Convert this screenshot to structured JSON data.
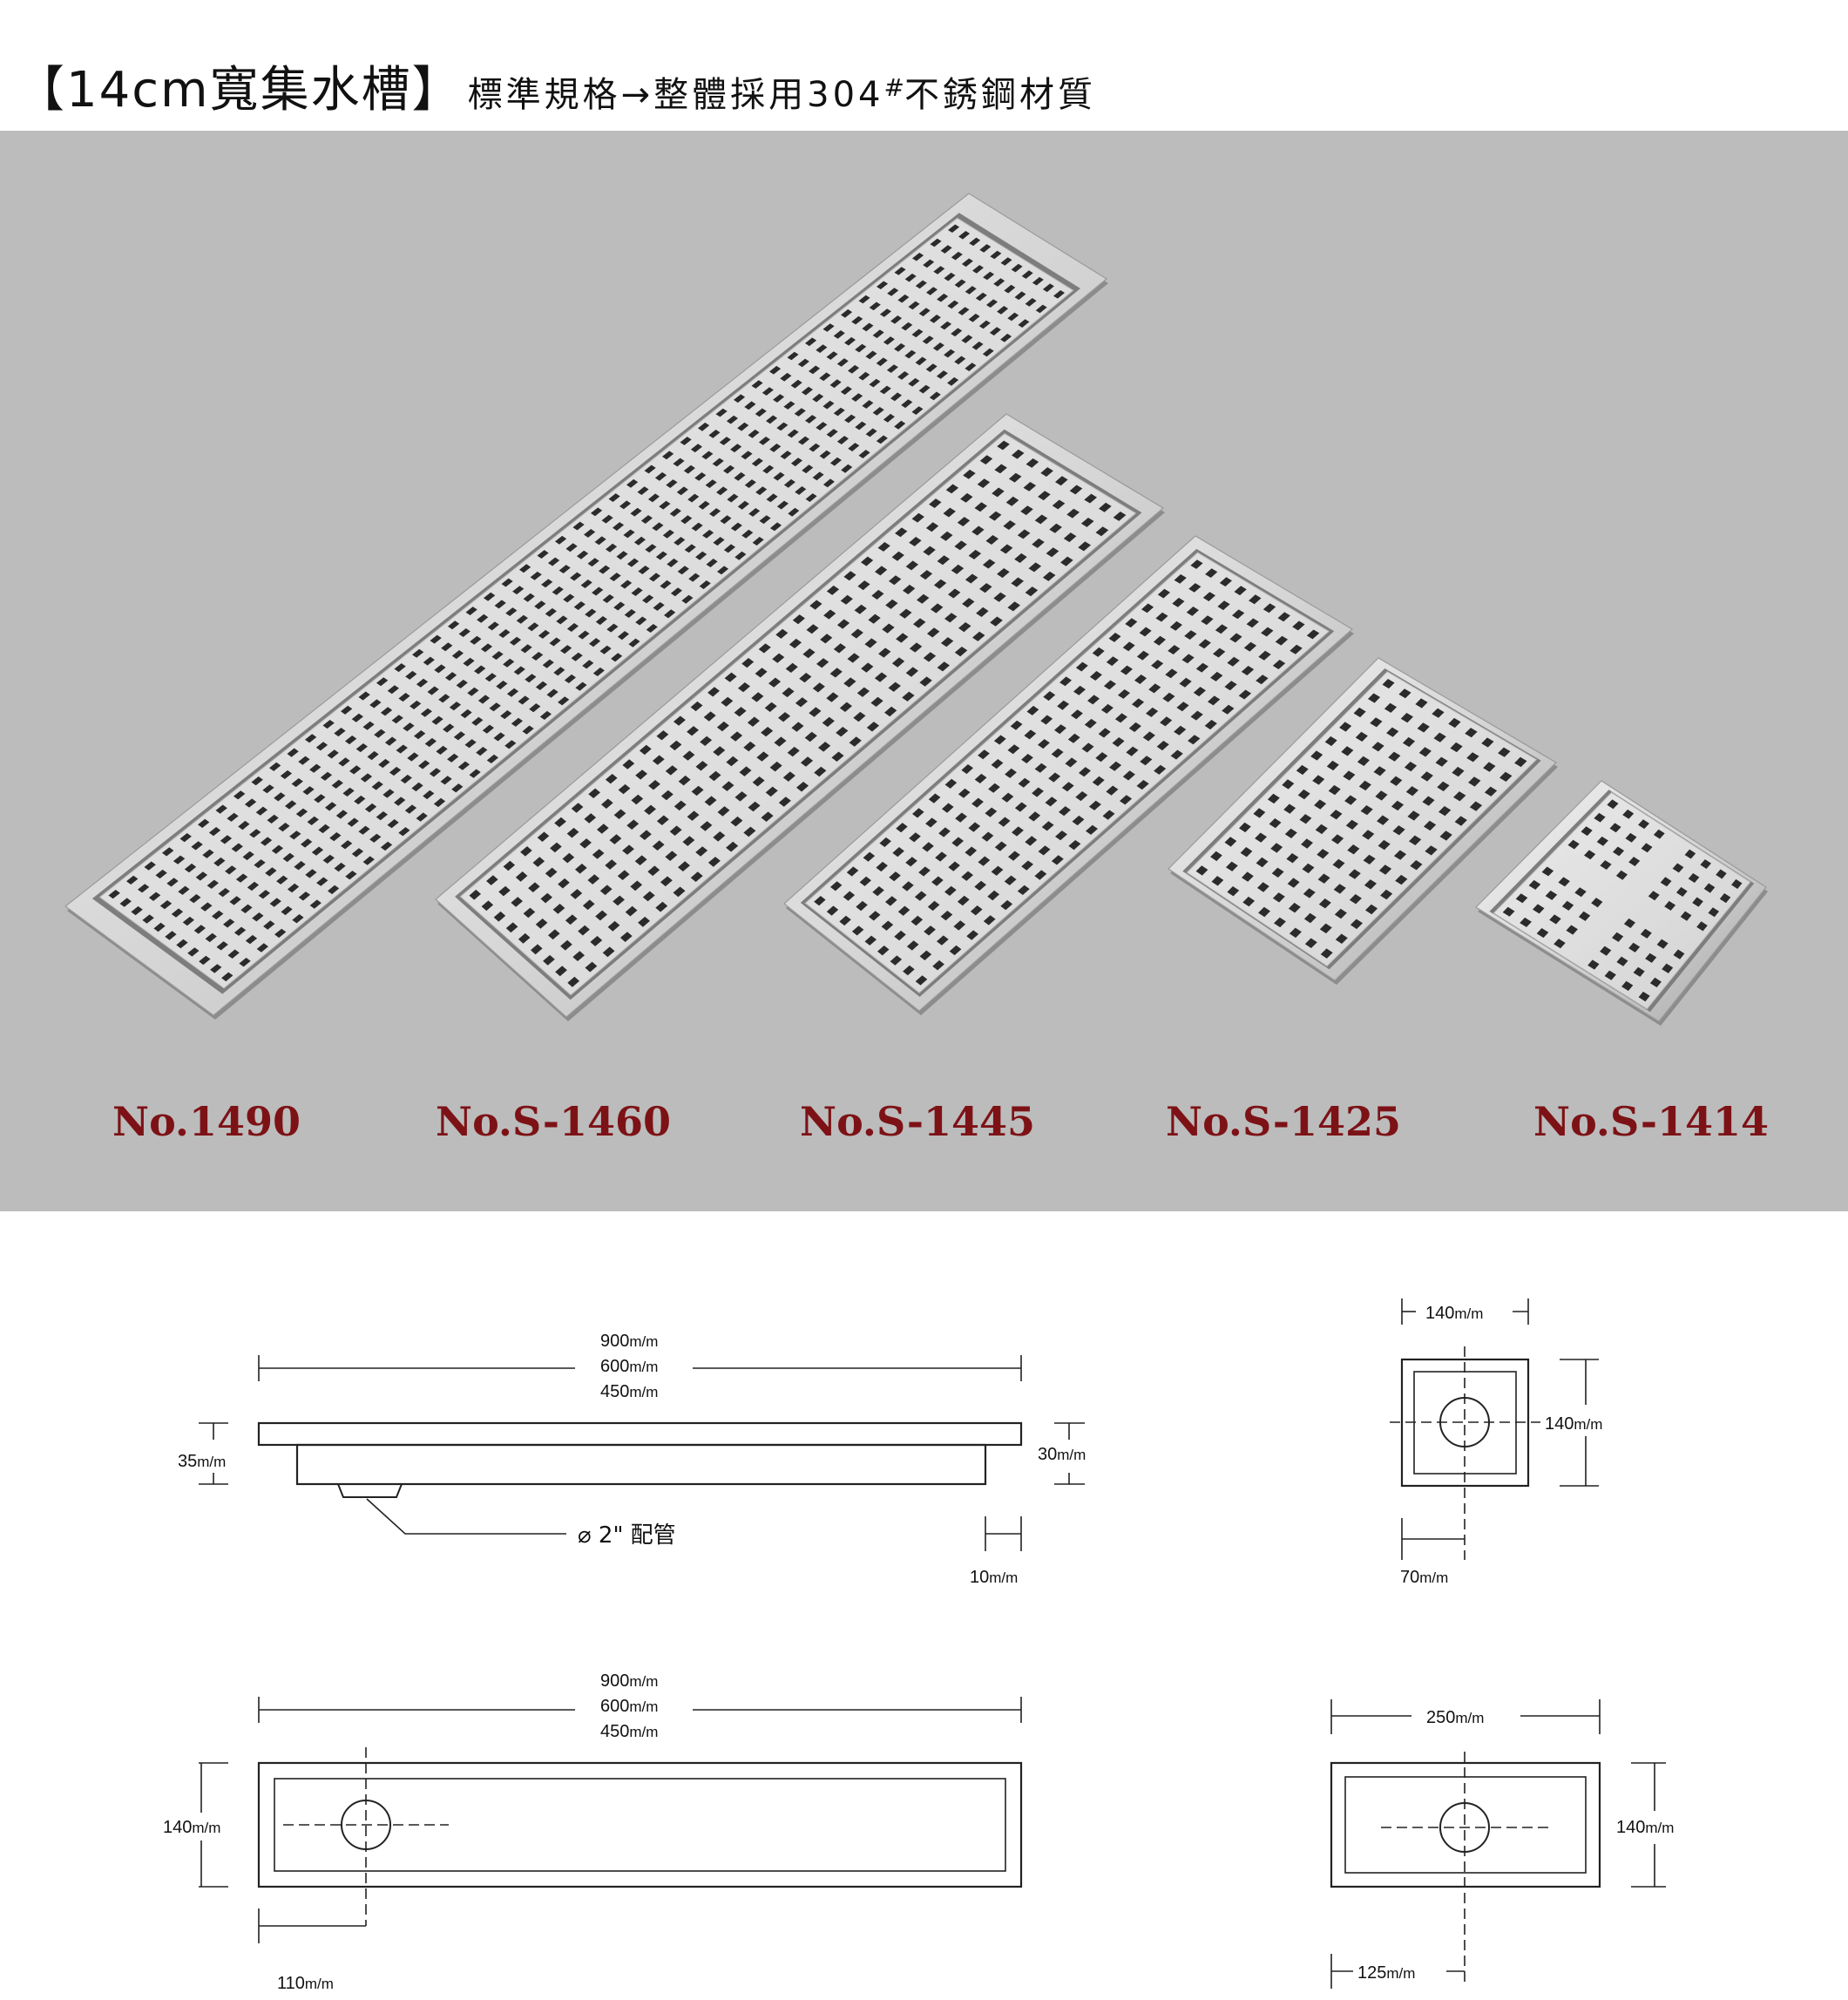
{
  "header": {
    "bracket_open": "【",
    "title_main": "14cm寬集水槽",
    "bracket_close": "】",
    "subtitle": "標準規格→整體採用304",
    "superscript": "#",
    "subtitle_tail": "不銹鋼材質"
  },
  "products": [
    {
      "model": "No.1490"
    },
    {
      "model": "No.S-1460"
    },
    {
      "model": "No.S-1445"
    },
    {
      "model": "No.S-1425"
    },
    {
      "model": "No.S-1414"
    }
  ],
  "side_view": {
    "length_lines": [
      "900",
      "600",
      "450"
    ],
    "unit": "m/m",
    "height_left": "35",
    "height_right": "30",
    "inset": "10",
    "pipe_label": "⌀ 2\" 配管"
  },
  "top_view_long": {
    "length_lines": [
      "900",
      "600",
      "450"
    ],
    "unit": "m/m",
    "width": "140",
    "outlet_offset": "110"
  },
  "square_view": {
    "width_top": "140",
    "height": "140",
    "outlet_offset": "70",
    "unit": "m/m"
  },
  "rect_view": {
    "width_top": "250",
    "height": "140",
    "outlet_offset": "125",
    "unit": "m/m"
  },
  "colors": {
    "photo_background": "#bcbcbc",
    "model_text": "#7d1216",
    "steel": "#e4e4e4"
  }
}
